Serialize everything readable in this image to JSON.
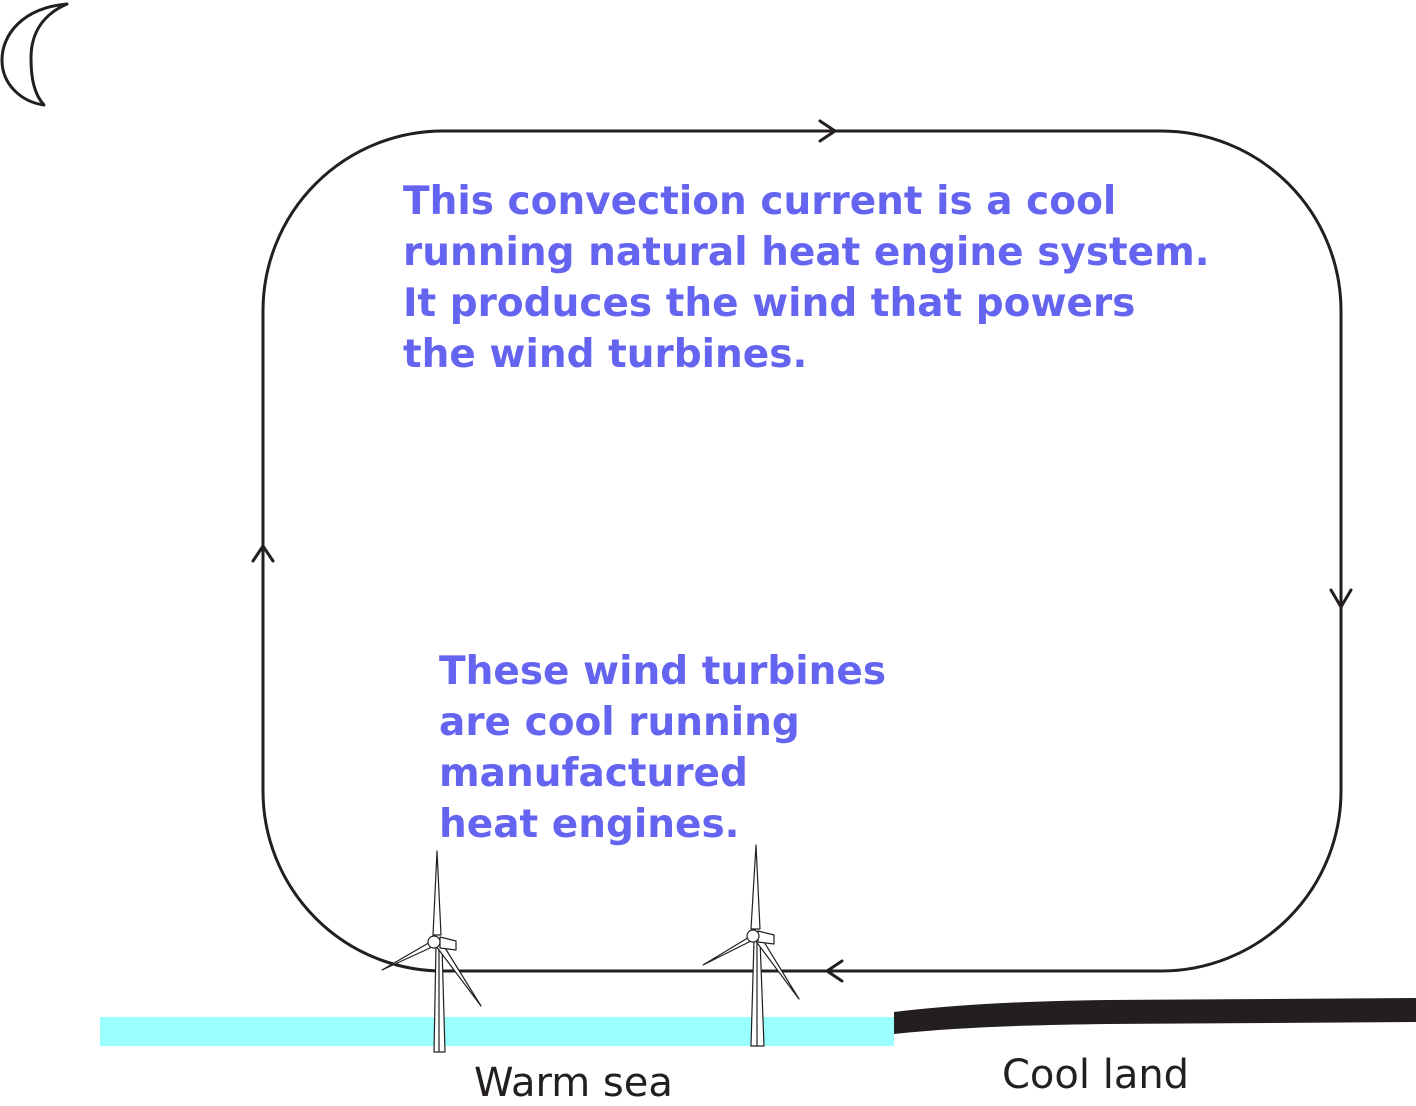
{
  "colors": {
    "note_text": "#6464f0",
    "label_text": "#231f20",
    "sea": "#99ffff",
    "land": "#231f20",
    "loop_stroke": "#231f20",
    "background": "#ffffff"
  },
  "icons": {
    "moon": "crescent-moon-icon",
    "turbine": "wind-turbine-icon",
    "arrow": "arrowhead-icon"
  },
  "notes": {
    "convection": "This convection current is a cool\nrunning natural heat engine system.\nIt produces the wind that powers\nthe  wind turbines.",
    "turbines": "These wind turbines\nare cool running\nmanufactured\nheat engines."
  },
  "labels": {
    "sea": "Warm sea",
    "land": "Cool land"
  },
  "loop": {
    "direction": "clockwise"
  },
  "turbine_count": 2
}
